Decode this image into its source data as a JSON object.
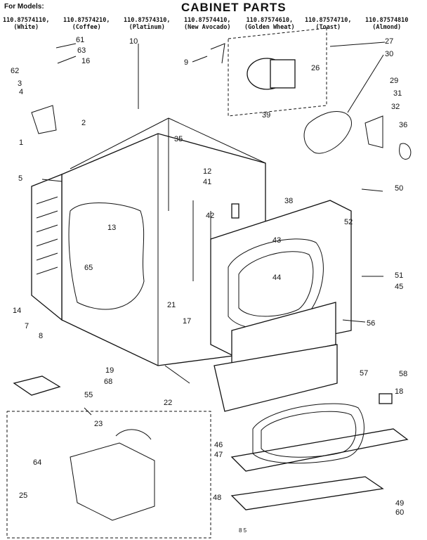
{
  "header": {
    "for_models": "For Models:",
    "title": "CABINET PARTS"
  },
  "models": [
    {
      "number": "110.87574110,",
      "color": "(White)"
    },
    {
      "number": "110.87574210,",
      "color": "(Coffee)"
    },
    {
      "number": "110.87574310,",
      "color": "(Platinum)"
    },
    {
      "number": "110.87574410,",
      "color": "(New Avocado)"
    },
    {
      "number": "110.87574610,",
      "color": "(Golden Wheat)"
    },
    {
      "number": "110.87574710,",
      "color": "(Toast)"
    },
    {
      "number": "110.87574810",
      "color": "(Almond)"
    }
  ],
  "callouts": [
    "61",
    "63",
    "62",
    "16",
    "3",
    "4",
    "1",
    "10",
    "9",
    "27",
    "30",
    "26",
    "29",
    "31",
    "32",
    "36",
    "39",
    "2",
    "5",
    "35",
    "12",
    "41",
    "50",
    "38",
    "42",
    "52",
    "13",
    "65",
    "43",
    "44",
    "51",
    "45",
    "14",
    "7",
    "8",
    "21",
    "17",
    "56",
    "19",
    "68",
    "22",
    "55",
    "57",
    "58",
    "18",
    "23",
    "64",
    "25",
    "46",
    "47",
    "48",
    "49",
    "60"
  ],
  "footer_code": "8 5"
}
